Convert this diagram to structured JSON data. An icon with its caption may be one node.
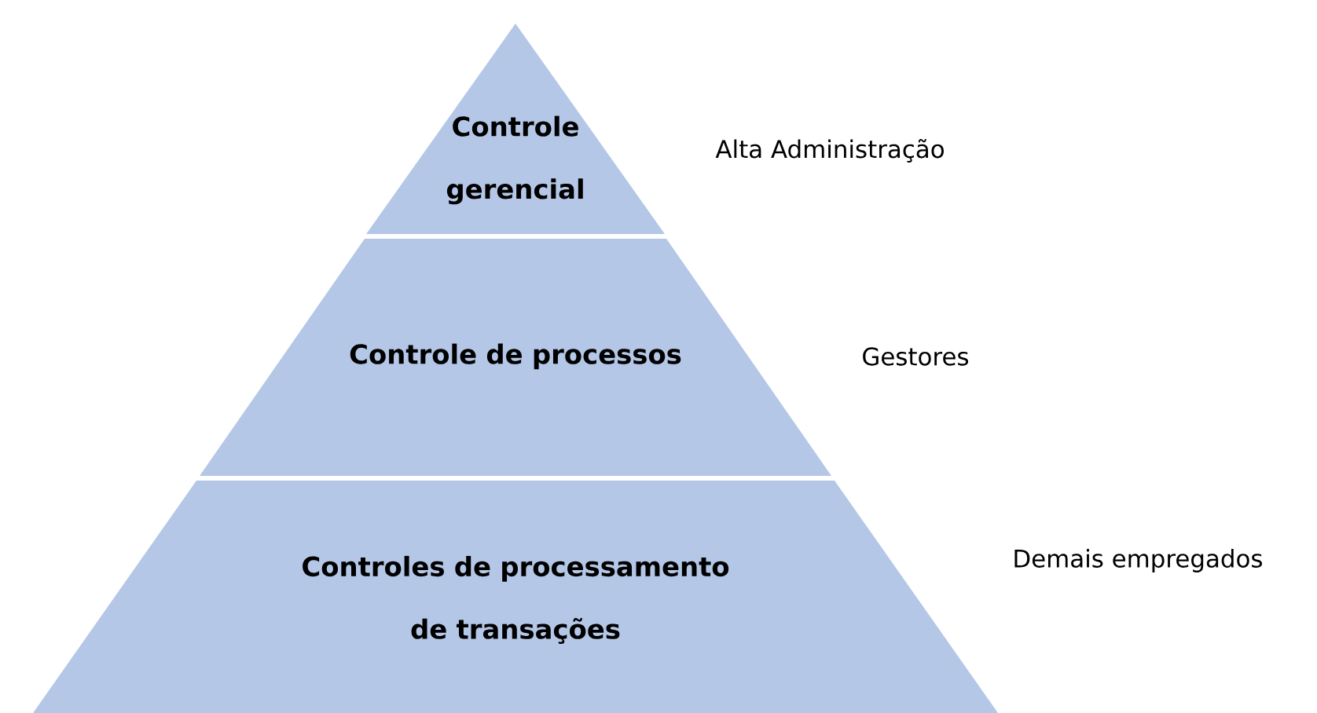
{
  "diagram": {
    "nodes": [
      {
        "text": [
          "Controle gerencial"
        ],
        "beside": [
          "Alta Administração"
        ]
      },
      {
        "text": [
          "Controle de processos"
        ],
        "beside": [
          "Gestores"
        ]
      },
      {
        "text": [
          "Controles de processamento de transações"
        ],
        "beside": [
          "Demais empregados"
        ]
      }
    ]
  }
}
